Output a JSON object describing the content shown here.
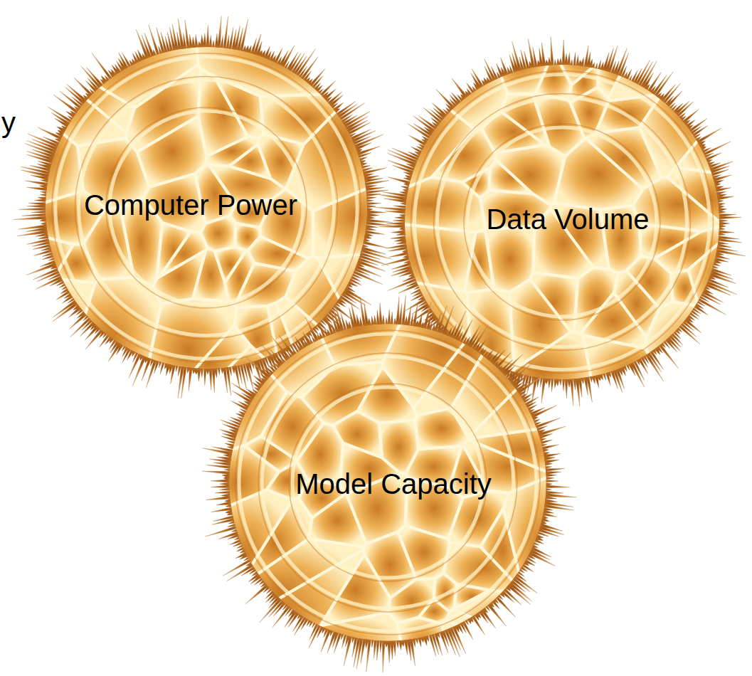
{
  "diagram": {
    "nodes": [
      {
        "text": [
          "Computer Power"
        ]
      },
      {
        "text": [
          "Data Volume"
        ]
      },
      {
        "text": [
          "Model Capacity"
        ]
      }
    ],
    "labels": [
      "y"
    ]
  }
}
